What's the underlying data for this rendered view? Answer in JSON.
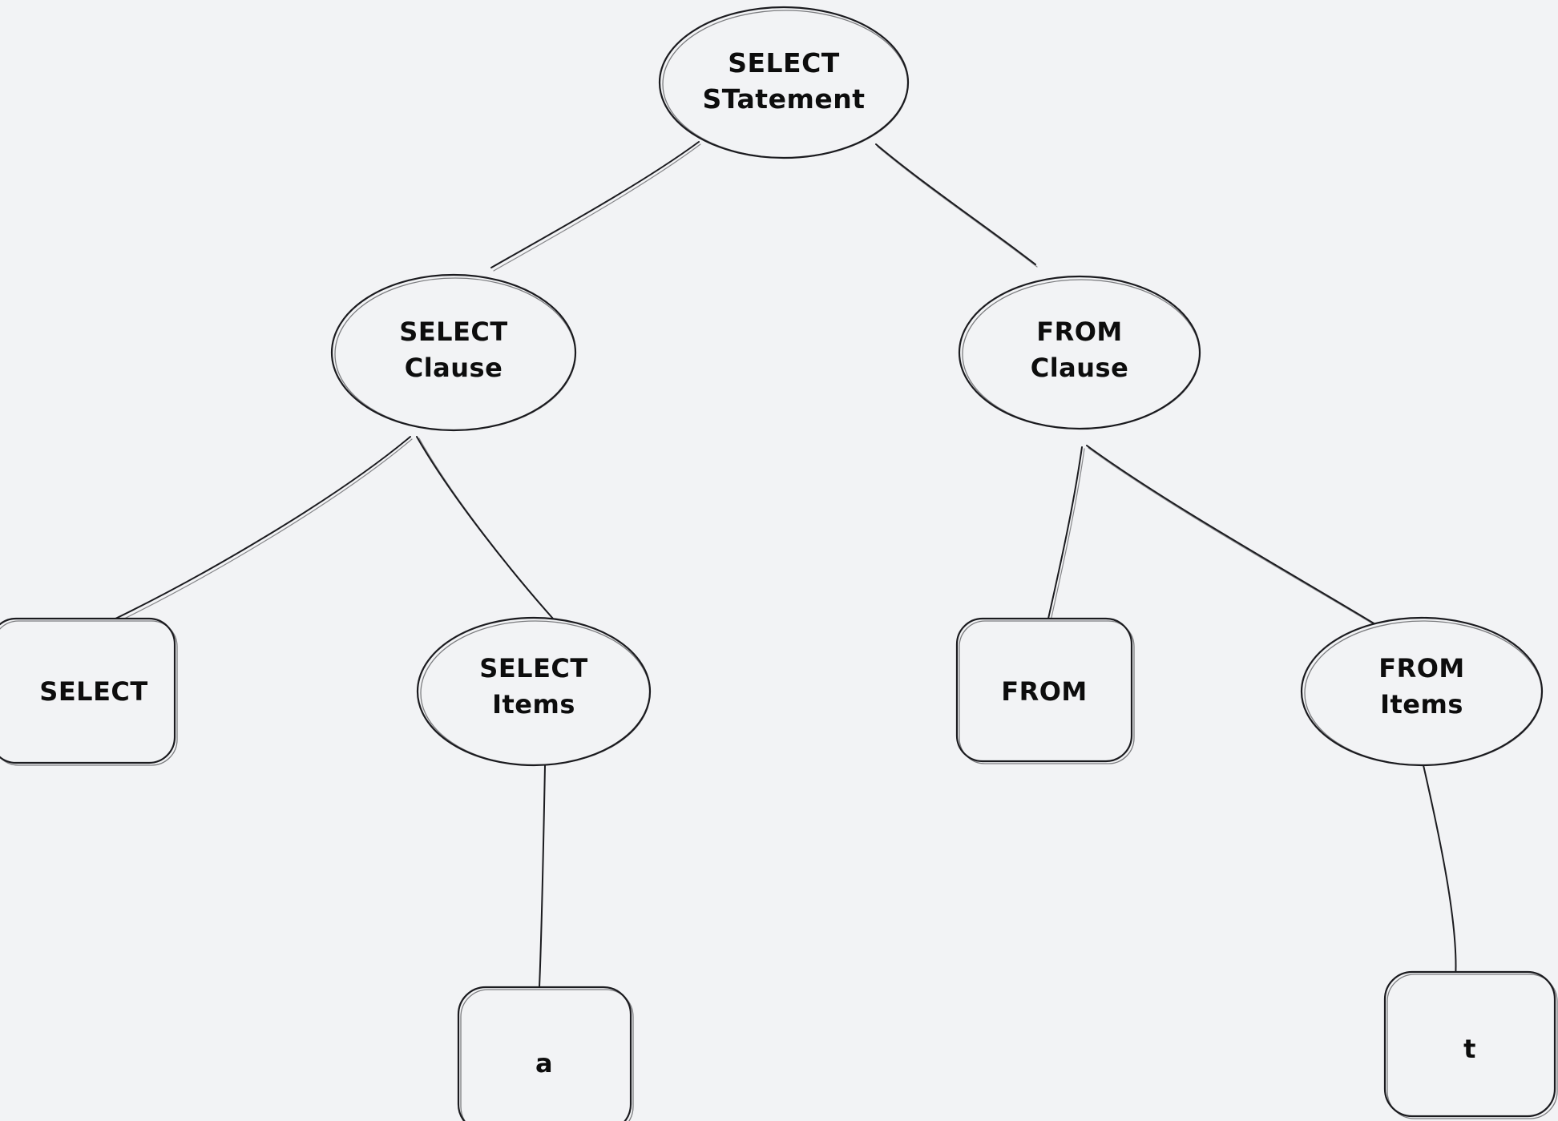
{
  "diagram": {
    "title": "SQL SELECT statement parse tree",
    "background_color": "#f2f3f5",
    "stroke_color": "#1b1b1f",
    "style": "hand-drawn",
    "nodes": [
      {
        "id": "select-statement",
        "shape": "ellipse",
        "kind": "non-terminal",
        "line1": "SELECT",
        "line2": "STatement"
      },
      {
        "id": "select-clause",
        "shape": "ellipse",
        "kind": "non-terminal",
        "line1": "SELECT",
        "line2": "Clause"
      },
      {
        "id": "from-clause",
        "shape": "ellipse",
        "kind": "non-terminal",
        "line1": "FROM",
        "line2": "Clause"
      },
      {
        "id": "select-keyword",
        "shape": "rounded-rect",
        "kind": "terminal",
        "line1": "SELECT",
        "line2": ""
      },
      {
        "id": "select-items",
        "shape": "ellipse",
        "kind": "non-terminal",
        "line1": "SELECT",
        "line2": "Items"
      },
      {
        "id": "from-keyword",
        "shape": "rounded-rect",
        "kind": "terminal",
        "line1": "FROM",
        "line2": ""
      },
      {
        "id": "from-items",
        "shape": "ellipse",
        "kind": "non-terminal",
        "line1": "FROM",
        "line2": "Items"
      },
      {
        "id": "column-a",
        "shape": "rounded-rect",
        "kind": "terminal",
        "line1": "a",
        "line2": ""
      },
      {
        "id": "table-t",
        "shape": "rounded-rect",
        "kind": "terminal",
        "line1": "t",
        "line2": ""
      }
    ],
    "edges": [
      {
        "from": "select-statement",
        "to": "select-clause"
      },
      {
        "from": "select-statement",
        "to": "from-clause"
      },
      {
        "from": "select-clause",
        "to": "select-keyword"
      },
      {
        "from": "select-clause",
        "to": "select-items"
      },
      {
        "from": "from-clause",
        "to": "from-keyword"
      },
      {
        "from": "from-clause",
        "to": "from-items"
      },
      {
        "from": "select-items",
        "to": "column-a"
      },
      {
        "from": "from-items",
        "to": "table-t"
      }
    ]
  }
}
